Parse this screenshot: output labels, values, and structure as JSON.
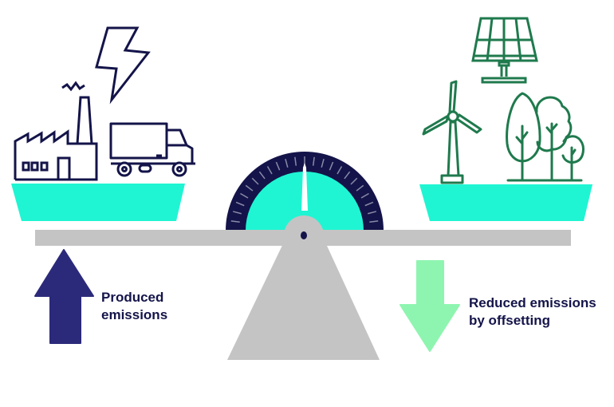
{
  "title": "Carbon offsetting balance scale",
  "labels": {
    "produced_line1": "Produced",
    "produced_line2": "emissions",
    "reduced_line1": "Reduced emissions",
    "reduced_line2": "by offsetting"
  },
  "left_side": {
    "icons": [
      "lightning-bolt-icon",
      "factory-icon",
      "smoke-icon",
      "truck-icon"
    ],
    "meaning": "emission sources"
  },
  "right_side": {
    "icons": [
      "solar-panel-icon",
      "wind-turbine-icon",
      "trees-icon"
    ],
    "meaning": "offsetting sources"
  },
  "gauge": {
    "needle_position": "center",
    "balance_state": "balanced"
  },
  "colors": {
    "navy": "#14144a",
    "arrow_up": "#2b2a7a",
    "teal": "#1ff5d2",
    "green_icon": "#1f7a4d",
    "arrow_down": "#8ef5b0",
    "scale_gray": "#c4c4c4",
    "white": "#ffffff"
  }
}
